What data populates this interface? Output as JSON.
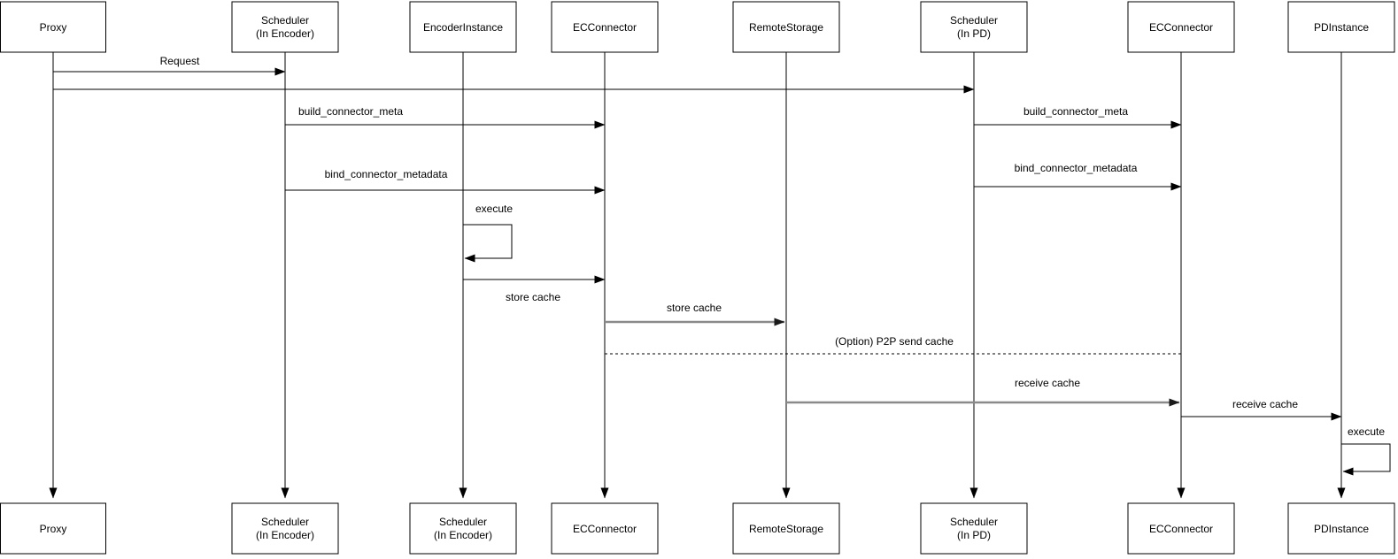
{
  "diagram": {
    "kind": "uml-sequence-diagram",
    "background": "#ffffff"
  },
  "colors": {
    "line": "#000000",
    "box_fill": "#ffffff",
    "box_border": "#000000",
    "gray_arrow": "#8a8a8a",
    "text": "#000000"
  },
  "actors": [
    {
      "id": "proxy",
      "top_line1": "Proxy",
      "top_line2": "",
      "bottom_line1": "Proxy",
      "bottom_line2": ""
    },
    {
      "id": "scheduler-encoder",
      "top_line1": "Scheduler",
      "top_line2": "(In Encoder)",
      "bottom_line1": "Scheduler",
      "bottom_line2": "(In Encoder)"
    },
    {
      "id": "encoder-instance",
      "top_line1": "EncoderInstance",
      "top_line2": "",
      "bottom_line1": "Scheduler",
      "bottom_line2": "(In Encoder)"
    },
    {
      "id": "ec-connector-encoder",
      "top_line1": "ECConnector",
      "top_line2": "",
      "bottom_line1": "ECConnector",
      "bottom_line2": ""
    },
    {
      "id": "remote-storage",
      "top_line1": "RemoteStorage",
      "top_line2": "",
      "bottom_line1": "RemoteStorage",
      "bottom_line2": ""
    },
    {
      "id": "scheduler-pd",
      "top_line1": "Scheduler",
      "top_line2": "(In PD)",
      "bottom_line1": "Scheduler",
      "bottom_line2": "(In PD)"
    },
    {
      "id": "ec-connector-pd",
      "top_line1": "ECConnector",
      "top_line2": "",
      "bottom_line1": "ECConnector",
      "bottom_line2": ""
    },
    {
      "id": "pd-instance",
      "top_line1": "PDInstance",
      "top_line2": "",
      "bottom_line1": "PDInstance",
      "bottom_line2": ""
    }
  ],
  "messages": {
    "request": "Request",
    "build_connector_meta_encoder": "build_connector_meta",
    "bind_connector_metadata_encoder": "bind_connector_metadata",
    "execute_encoder": "execute",
    "store_cache_encoder": "store cache",
    "store_cache_remote": "store cache",
    "p2p_send_cache": "(Option) P2P send cache",
    "build_connector_meta_pd": "build_connector_meta",
    "bind_connector_metadata_pd": "bind_connector_metadata",
    "receive_cache_ec": "receive cache",
    "receive_cache_pd": "receive cache",
    "execute_pd": "execute"
  }
}
